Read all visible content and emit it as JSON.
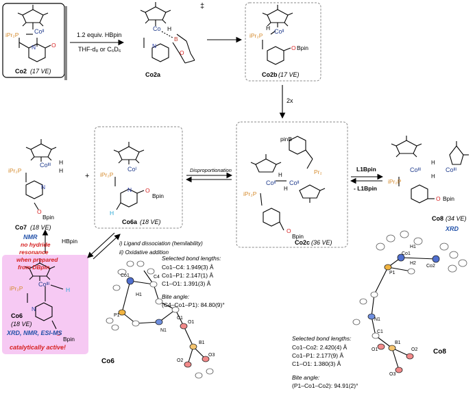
{
  "reagent": {
    "line1": "1.2 equiv. HBpin",
    "line2": "THF-d₈ or C₆D₆"
  },
  "twox": "2x",
  "dagger": "‡",
  "equilibrium": {
    "disproportionation": "Disproportionation",
    "l1bpin_plus": "L1Bpin",
    "l1bpin_minus": "- L1Bpin",
    "step_i": "i)  Ligand dissociation (hemilability)",
    "step_ii": "ii) Oxidative addition",
    "hbpin": "HBpin"
  },
  "plus": "+",
  "compounds": {
    "co2": {
      "name": "Co2",
      "ve": "(17 VE)"
    },
    "co2a": {
      "name": "Co2a"
    },
    "co2b": {
      "name": "Co2b",
      "ve": "(17 VE)"
    },
    "co2c": {
      "name": "Co2c",
      "ve": "(36 VE)"
    },
    "co6": {
      "name": "Co6",
      "ve": "(18 VE)",
      "methods": "XRD, NMR, ESI-MS",
      "note": "catalytically active!"
    },
    "co6a": {
      "name": "Co6a",
      "ve": "(18 VE)"
    },
    "co7": {
      "name": "Co7",
      "ve": "(18 VE)",
      "nmr": "NMR",
      "note1": "no hydride",
      "note2": "resonance",
      "note3": "when prepared",
      "note4": "from DBpin"
    },
    "co8": {
      "name": "Co8",
      "ve": "(34 VE)",
      "xrd": "XRD"
    }
  },
  "labels": {
    "ipr2p": "iPr₂P",
    "pr2": "Pr₂",
    "n": "N",
    "o": "O",
    "bpin": "Bpin",
    "pinb": "pinB",
    "h": "H",
    "b": "B",
    "co_ii": "Coᴵᴵ",
    "co_iii": "Coᴵᴵᴵ",
    "co_i": "Coᴵ",
    "co": "Co"
  },
  "xray_co6": {
    "title": "Selected bond lengths:",
    "bonds": [
      "Co1–C4: 1.949(3) Å",
      "Co1–P1: 2.147(1) Å",
      "C1–O1: 1.391(3) Å"
    ],
    "bite_title": "Bite angle:",
    "bite": "(C4–Co1–P1): 84.80(9)°",
    "atoms": [
      "Co1",
      "C4",
      "P1",
      "H1",
      "C1",
      "O1",
      "N1",
      "B1",
      "O2",
      "O3"
    ],
    "name": "Co6"
  },
  "xray_co8": {
    "title": "Selected bond lengths:",
    "bonds": [
      "Co1–Co2: 2.420(4) Å",
      "Co1–P1: 2.177(9) Å",
      "C1–O1: 1.380(3) Å"
    ],
    "bite_title": "Bite angle:",
    "bite": "(P1–Co1–Co2): 94.91(2)°",
    "atoms": [
      "H1",
      "Co1",
      "H2",
      "Co2",
      "P1",
      "N1",
      "C1",
      "O1",
      "B1",
      "O2",
      "O3"
    ],
    "name": "Co8"
  },
  "colors": {
    "co": "#1f3b8c",
    "p": "#d58a2c",
    "n": "#2b3fa8",
    "o": "#d62020",
    "b": "#c0392b",
    "highlight": "#f6c9f3"
  }
}
